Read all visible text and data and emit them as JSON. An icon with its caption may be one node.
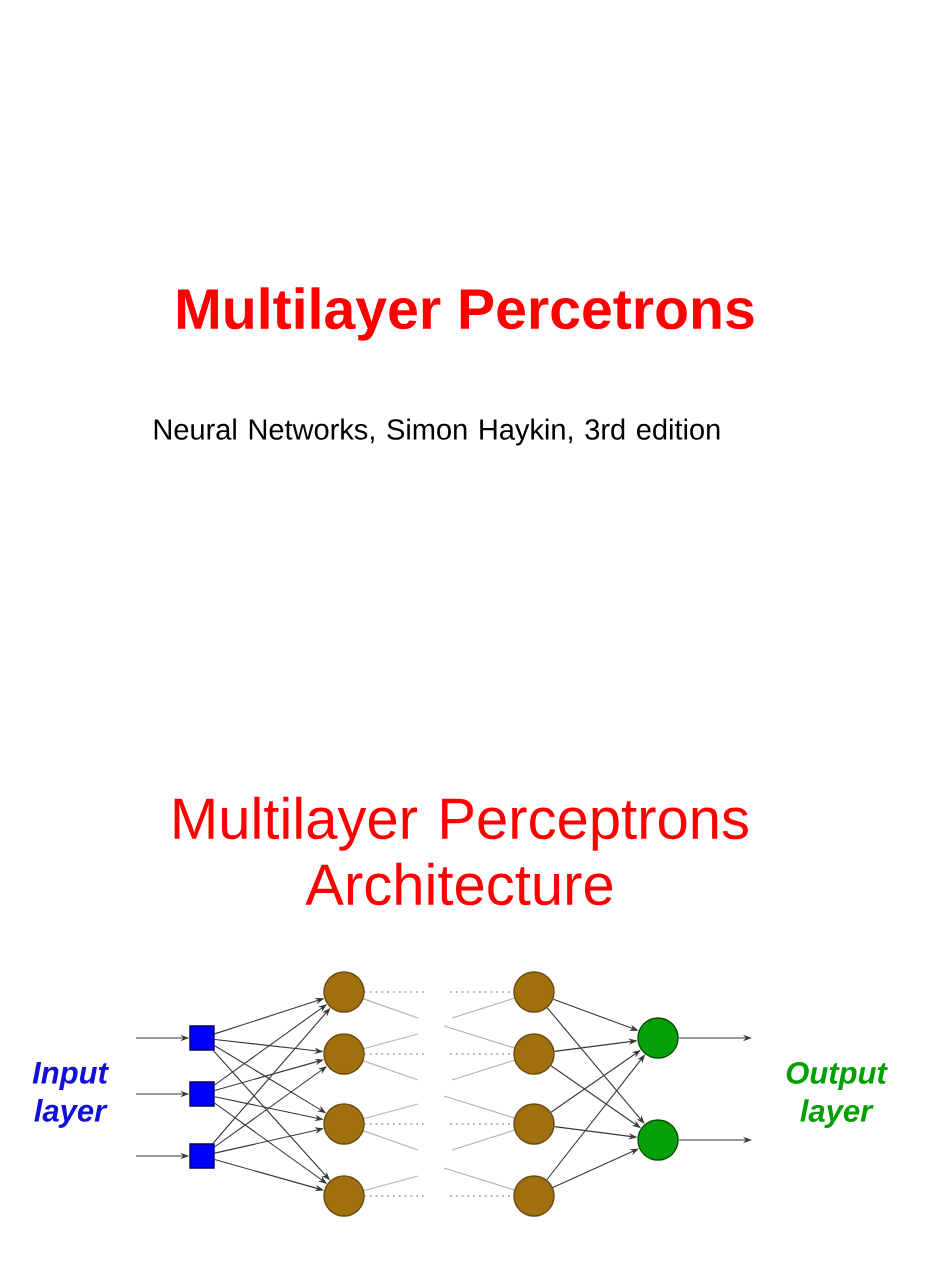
{
  "diagram": {
    "title": "Multilayer Percetrons",
    "nodes": [
      {
        "text": [],
        "shape": "box"
      },
      {
        "text": [],
        "shape": "box"
      },
      {
        "text": [],
        "shape": "box"
      },
      {
        "text": [],
        "shape": "circle"
      },
      {
        "text": [],
        "shape": "circle"
      },
      {
        "text": [],
        "shape": "circle"
      },
      {
        "text": [],
        "shape": "circle"
      },
      {
        "text": [],
        "shape": "circle"
      },
      {
        "text": [],
        "shape": "circle"
      },
      {
        "text": [],
        "shape": "circle"
      },
      {
        "text": [],
        "shape": "circle"
      },
      {
        "text": [],
        "shape": "circle"
      },
      {
        "text": [],
        "shape": "circle"
      }
    ],
    "edges": [
      {
        "from": null,
        "to": 0,
        "arrow": "to"
      },
      {
        "from": null,
        "to": 1,
        "arrow": "to"
      },
      {
        "from": null,
        "to": 2,
        "arrow": "to"
      },
      {
        "from": 0,
        "to": 3,
        "arrow": "to"
      },
      {
        "from": 0,
        "to": 4,
        "arrow": "to"
      },
      {
        "from": 0,
        "to": 5,
        "arrow": "to"
      },
      {
        "from": 0,
        "to": 6,
        "arrow": "to"
      },
      {
        "from": 1,
        "to": 3,
        "arrow": "to"
      },
      {
        "from": 1,
        "to": 4,
        "arrow": "to"
      },
      {
        "from": 1,
        "to": 5,
        "arrow": "to"
      },
      {
        "from": 1,
        "to": 6,
        "arrow": "to"
      },
      {
        "from": 2,
        "to": 3,
        "arrow": "to"
      },
      {
        "from": 2,
        "to": 4,
        "arrow": "to"
      },
      {
        "from": 2,
        "to": 5,
        "arrow": "to"
      },
      {
        "from": 2,
        "to": 6,
        "arrow": "to"
      },
      {
        "from": 7,
        "to": 11,
        "arrow": "to"
      },
      {
        "from": 7,
        "to": 12,
        "arrow": "to"
      },
      {
        "from": 8,
        "to": 11,
        "arrow": "to"
      },
      {
        "from": 8,
        "to": 12,
        "arrow": "to"
      },
      {
        "from": 9,
        "to": 11,
        "arrow": "to"
      },
      {
        "from": 9,
        "to": 12,
        "arrow": "to"
      },
      {
        "from": 10,
        "to": 11,
        "arrow": "to"
      },
      {
        "from": 10,
        "to": 12,
        "arrow": "to"
      },
      {
        "from": 11,
        "to": null,
        "arrow": "to"
      },
      {
        "from": 12,
        "to": null,
        "arrow": "to"
      }
    ],
    "labels": [
      "Neural Networks, Simon Haykin, 3rd edition",
      "Multilayer Perceptrons Architecture",
      "Input layer",
      "Output layer"
    ]
  }
}
